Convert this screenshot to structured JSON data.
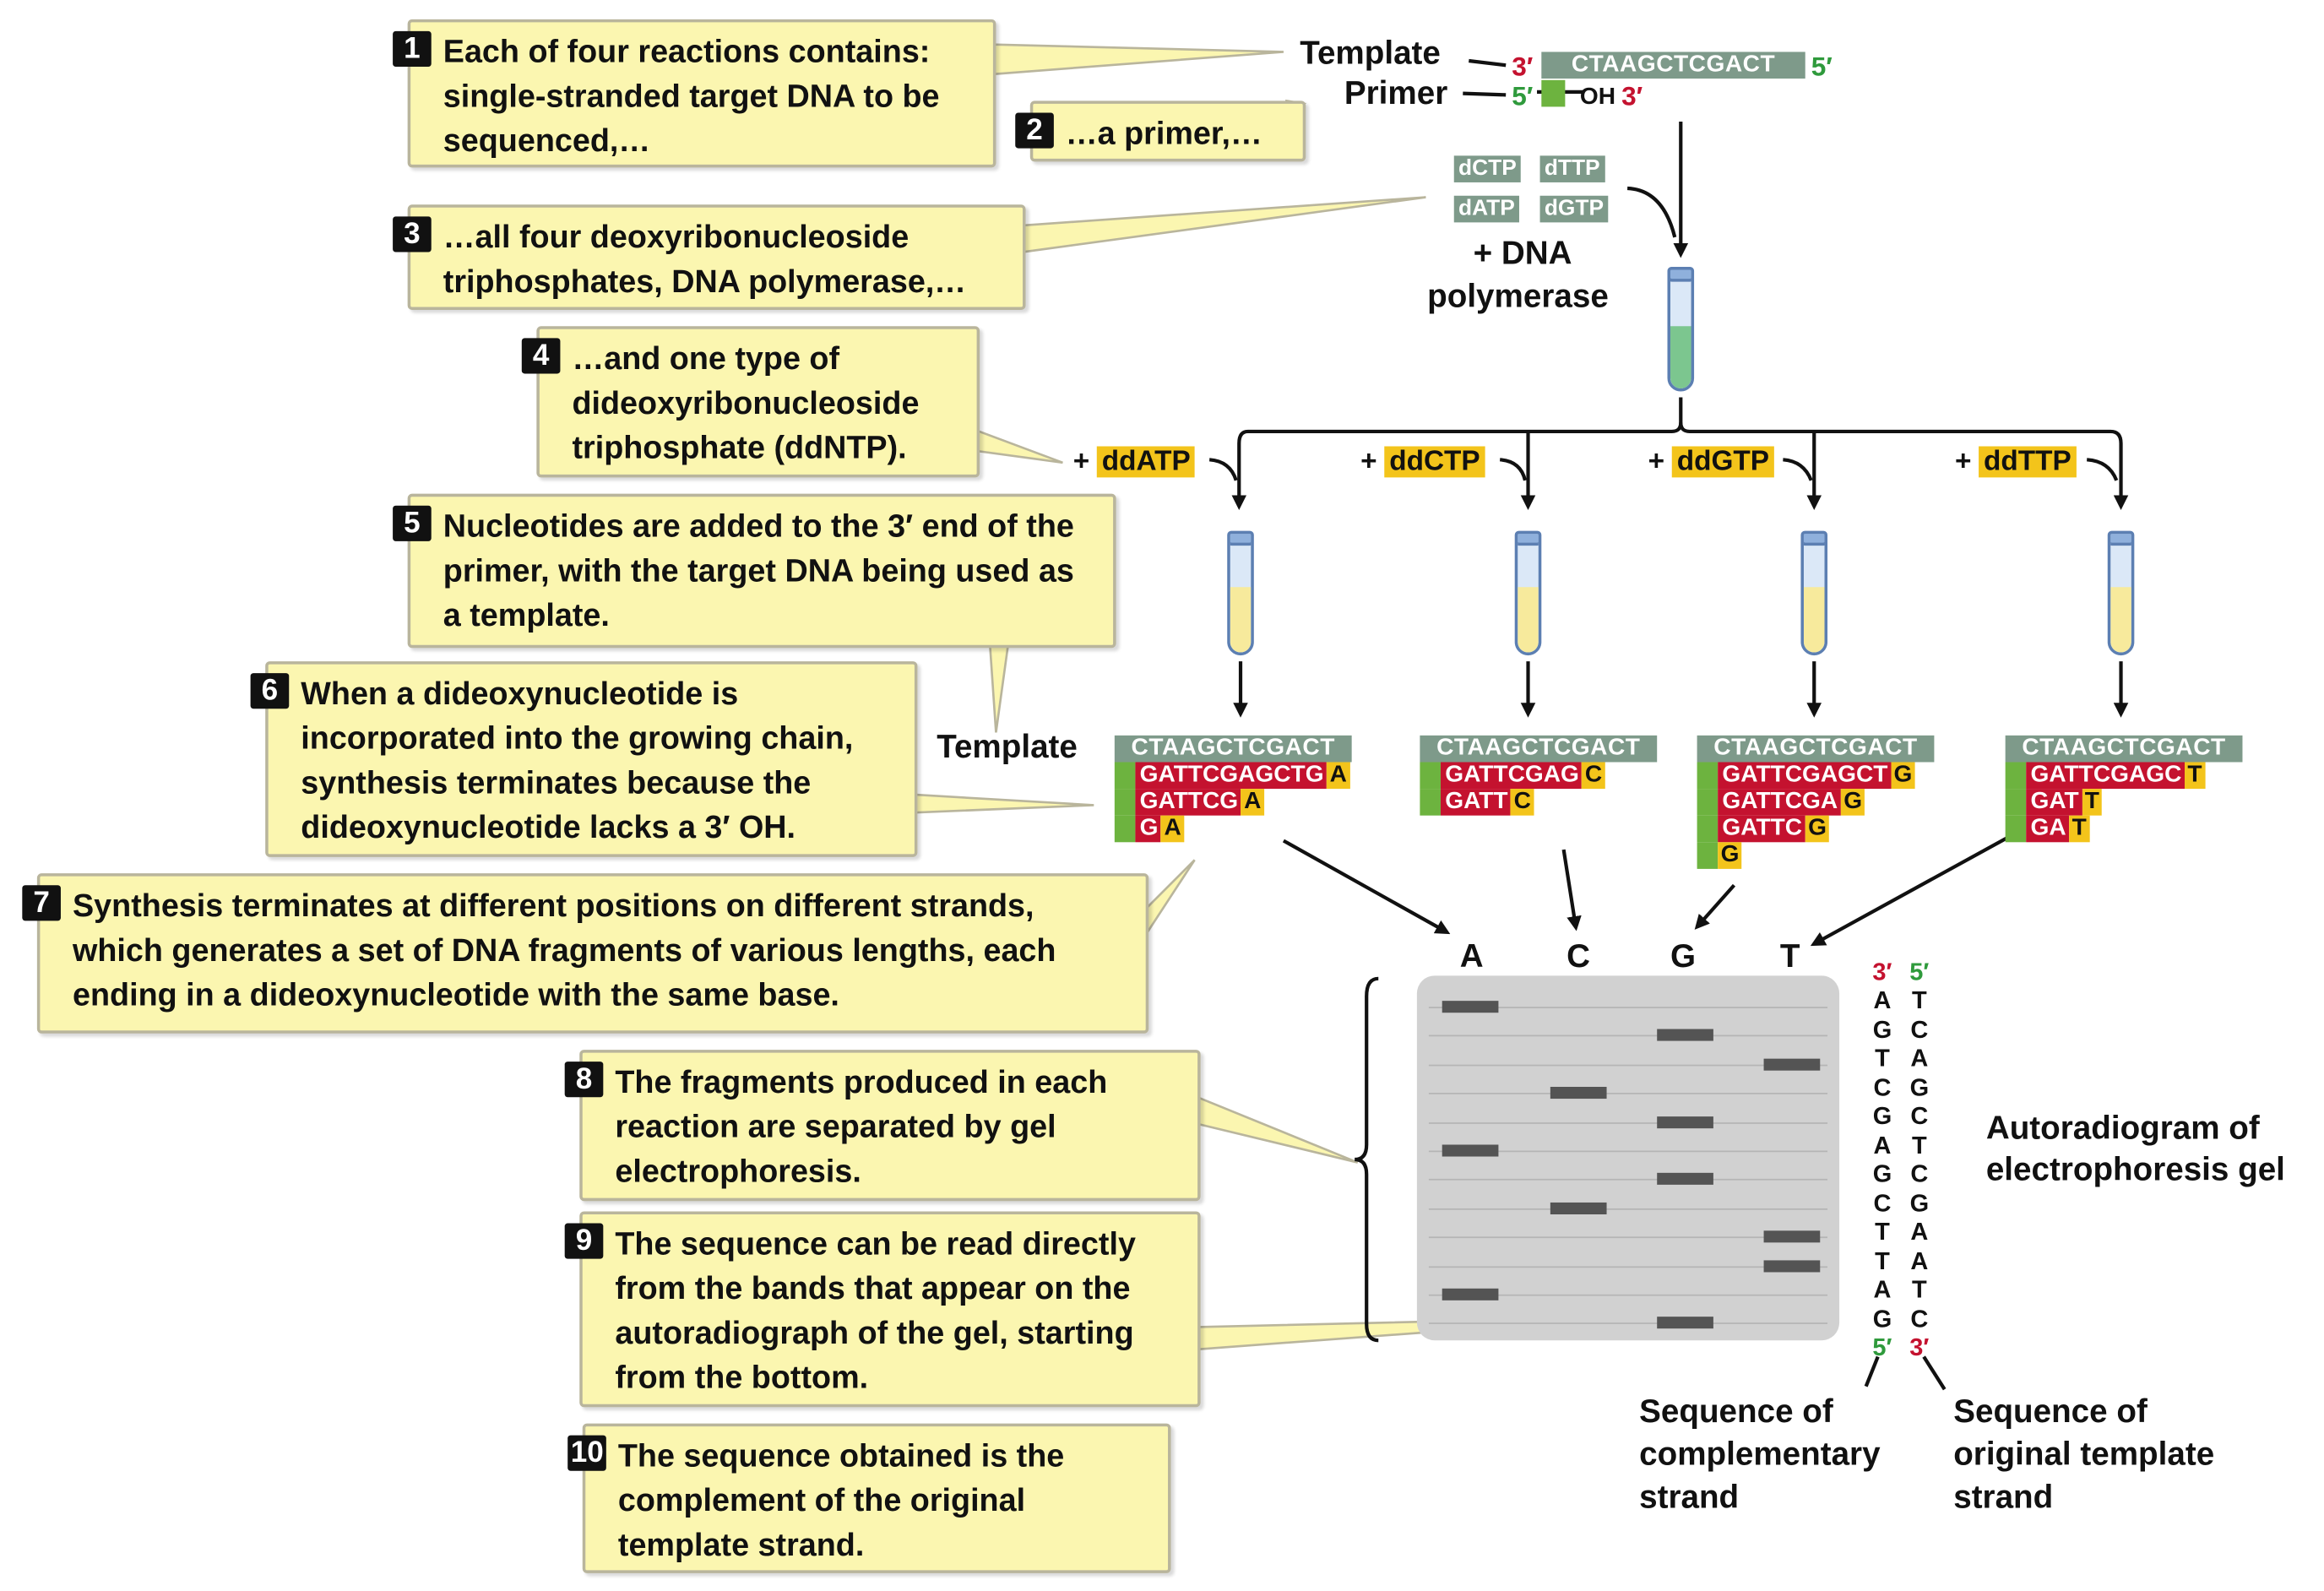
{
  "steps": [
    {
      "num": "1",
      "text": "Each of four reactions contains: single-stranded target DNA to be sequenced,…"
    },
    {
      "num": "2",
      "text": "…a primer,…"
    },
    {
      "num": "3",
      "text": "…all four deoxyribonucleoside triphosphates, DNA polymerase,…"
    },
    {
      "num": "4",
      "text": "…and one type of dideoxyribonucleoside triphosphate (ddNTP)."
    },
    {
      "num": "5",
      "text": "Nucleotides are added to the 3′ end of the primer, with the target DNA being used as a template."
    },
    {
      "num": "6",
      "text": "When a dideoxynucleotide is incorporated into the growing chain, synthesis terminates because the dideoxynucleotide lacks a 3′ OH."
    },
    {
      "num": "7",
      "text": "Synthesis terminates at different positions on different strands, which generates a set of DNA fragments of various lengths, each ending in a dideoxynucleotide with the same base."
    },
    {
      "num": "8",
      "text": "The fragments produced in each reaction are separated by gel electrophoresis."
    },
    {
      "num": "9",
      "text": "The sequence can be read directly from the bands that appear on the autoradiograph of the gel, starting from the bottom."
    },
    {
      "num": "10",
      "text": "The sequence obtained is the complement of the original template strand."
    }
  ],
  "top": {
    "template_label": "Template",
    "primer_label": "Primer",
    "three_prime": "3′",
    "five_prime": "5′",
    "template_seq": "CTAAGCTCGACT",
    "oh_label": "OH",
    "dntps": [
      "dCTP",
      "dTTP",
      "dATP",
      "dGTP"
    ],
    "plus_dna": "+ DNA",
    "polymerase": "polymerase"
  },
  "ddntps": [
    "+ ddATP",
    "+ ddCTP",
    "+ ddGTP",
    "+ ddTTP"
  ],
  "ddntp_names": [
    "ddATP",
    "ddCTP",
    "ddGTP",
    "ddTTP"
  ],
  "plus": "+",
  "reactions_label": "Template",
  "reactions": [
    {
      "template": "CTAAGCTCGACT",
      "fragments": [
        {
          "red": "GATTCGAGCTG",
          "end": "A"
        },
        {
          "red": "GATTCG",
          "end": "A"
        },
        {
          "red": "G",
          "end": "A"
        }
      ]
    },
    {
      "template": "CTAAGCTCGACT",
      "fragments": [
        {
          "red": "GATTCGAG",
          "end": "C"
        },
        {
          "red": "GATT",
          "end": "C"
        }
      ]
    },
    {
      "template": "CTAAGCTCGACT",
      "fragments": [
        {
          "red": "GATTCGAGCT",
          "end": "G"
        },
        {
          "red": "GATTCGA",
          "end": "G"
        },
        {
          "red": "GATTC",
          "end": "G"
        },
        {
          "red": "",
          "end": "G"
        }
      ]
    },
    {
      "template": "CTAAGCTCGACT",
      "fragments": [
        {
          "red": "GATTCGAGC",
          "end": "T"
        },
        {
          "red": "GAT",
          "end": "T"
        },
        {
          "red": "GA",
          "end": "T"
        }
      ]
    }
  ],
  "gel": {
    "lanes": [
      "A",
      "C",
      "G",
      "T"
    ],
    "bands": [
      {
        "row": 0,
        "lane": "A"
      },
      {
        "row": 1,
        "lane": "G"
      },
      {
        "row": 2,
        "lane": "T"
      },
      {
        "row": 3,
        "lane": "C"
      },
      {
        "row": 4,
        "lane": "G"
      },
      {
        "row": 5,
        "lane": "A"
      },
      {
        "row": 6,
        "lane": "G"
      },
      {
        "row": 7,
        "lane": "C"
      },
      {
        "row": 8,
        "lane": "T"
      },
      {
        "row": 9,
        "lane": "T"
      },
      {
        "row": 10,
        "lane": "A"
      },
      {
        "row": 11,
        "lane": "G"
      }
    ]
  },
  "sequence_columns": {
    "complementary_top": "3′",
    "complementary_bottom": "5′",
    "original_top": "5′",
    "original_bottom": "3′",
    "complementary": [
      "A",
      "G",
      "T",
      "C",
      "G",
      "A",
      "G",
      "C",
      "T",
      "T",
      "A",
      "G"
    ],
    "original": [
      "T",
      "C",
      "A",
      "G",
      "C",
      "T",
      "C",
      "G",
      "A",
      "A",
      "T",
      "C"
    ]
  },
  "labels": {
    "autoradiogram": "Autoradiogram of electrophoresis gel",
    "complementary_strand": "Sequence of complementary strand",
    "original_strand": "Sequence of original template strand"
  },
  "colors": {
    "template": "#7e9a8a",
    "primer": "#6db33f",
    "synthesized": "#c4122f",
    "dideoxy": "#f3c41b",
    "box": "#fbf6b0"
  }
}
